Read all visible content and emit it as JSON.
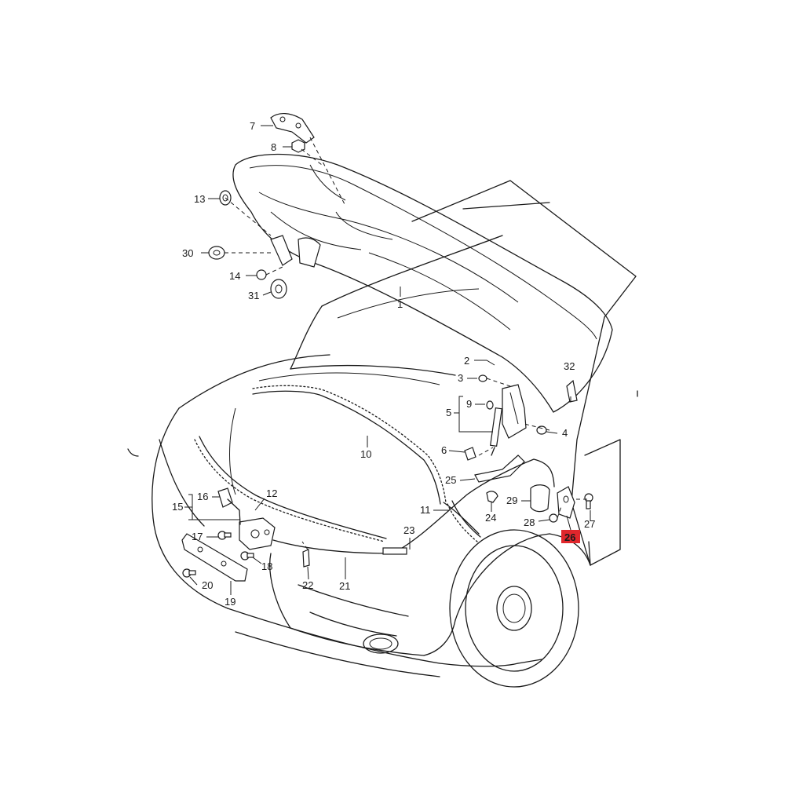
{
  "diagram": {
    "highlight_color": "#e0262c",
    "highlighted_part": "26",
    "labels": {
      "p1": "1",
      "p2": "2",
      "p3": "3",
      "p4": "4",
      "p5": "5",
      "p6": "6",
      "p7": "7",
      "p8": "8",
      "p9": "9",
      "p10": "10",
      "p11": "11",
      "p12": "12",
      "p13": "13",
      "p14": "14",
      "p15": "15",
      "p16": "16",
      "p17": "17",
      "p18": "18",
      "p19": "19",
      "p20": "20",
      "p21": "21",
      "p22": "22",
      "p23": "23",
      "p24": "24",
      "p25": "25",
      "p26": "26",
      "p27": "27",
      "p28": "28",
      "p29": "29",
      "p30": "30",
      "p31": "31",
      "p32": "32"
    }
  }
}
